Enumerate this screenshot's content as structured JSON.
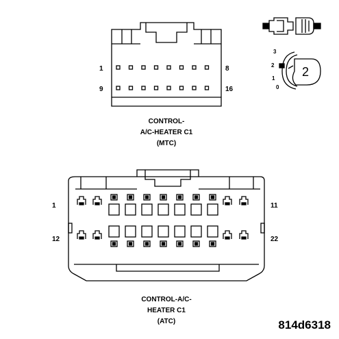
{
  "mtc": {
    "pin_first_row_start": "1",
    "pin_first_row_end": "8",
    "pin_second_row_start": "9",
    "pin_second_row_end": "16",
    "caption_line1": "CONTROL-",
    "caption_line2": "A/C-HEATER C1",
    "caption_line3": "(MTC)"
  },
  "atc": {
    "pin_first_row_start": "1",
    "pin_first_row_end": "11",
    "pin_second_row_start": "12",
    "pin_second_row_end": "22",
    "caption_line1": "CONTROL-A/C-",
    "caption_line2": "HEATER C1",
    "caption_line3": "(ATC)"
  },
  "lock_inset": {
    "position_3": "3",
    "position_2": "2",
    "position_1": "1",
    "position_0": "0",
    "big_number": "2"
  },
  "figure_ref": "814d6318"
}
